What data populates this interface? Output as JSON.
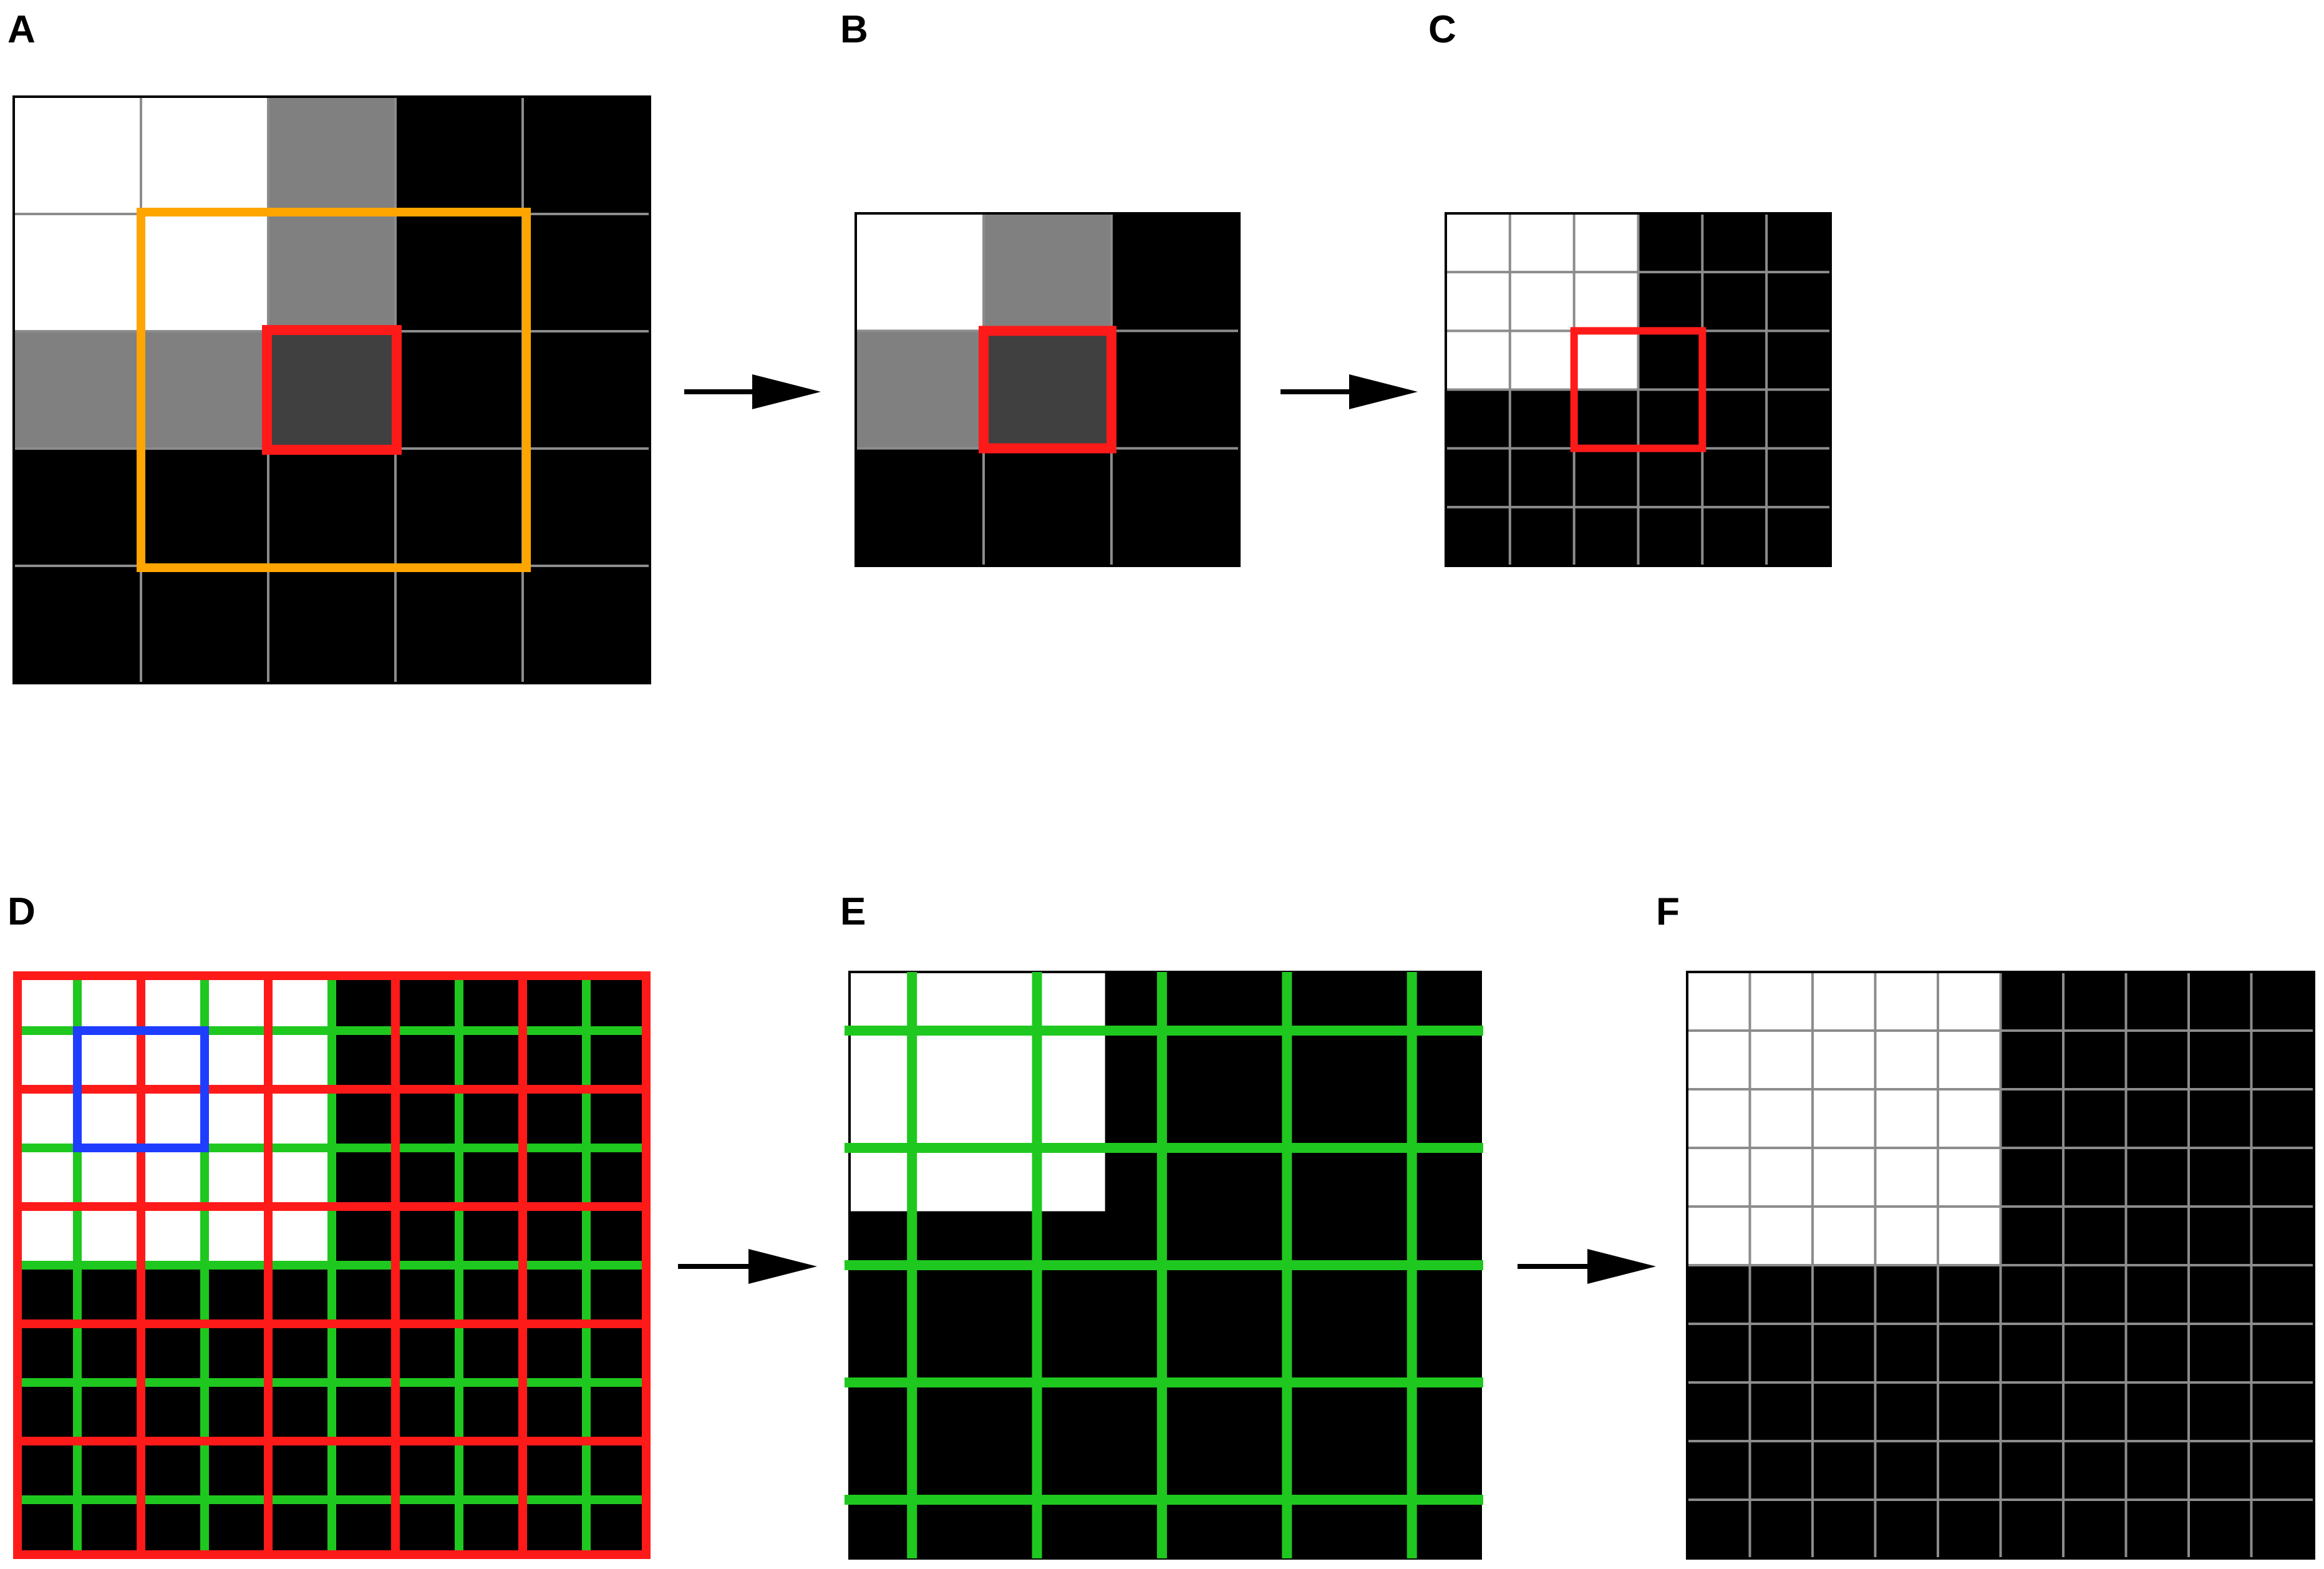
{
  "figure": {
    "panel_labels": [
      "A",
      "B",
      "C",
      "D",
      "E",
      "F"
    ]
  },
  "colors": {
    "white": "#ffffff",
    "gray": "#808080",
    "dark_gray": "#404040",
    "black": "#000000",
    "grid_line": "#8c8c8c",
    "orange_window": "#ffa500",
    "red_highlight": "#ff1a1a",
    "green_grid": "#1fc81f",
    "blue_window": "#1f3dff",
    "arrow": "#000000"
  },
  "panels": {
    "A": {
      "rows": 5,
      "cols": 5,
      "cells": [
        [
          "white",
          "white",
          "gray",
          "black",
          "black"
        ],
        [
          "white",
          "white",
          "gray",
          "black",
          "black"
        ],
        [
          "gray",
          "gray",
          "dark_gray",
          "black",
          "black"
        ],
        [
          "black",
          "black",
          "black",
          "black",
          "black"
        ],
        [
          "black",
          "black",
          "black",
          "black",
          "black"
        ]
      ],
      "highlight_cell": [
        2,
        2
      ],
      "window": [
        1,
        1,
        3,
        3
      ]
    },
    "B": {
      "rows": 3,
      "cols": 3,
      "cells": [
        [
          "white",
          "gray",
          "black"
        ],
        [
          "gray",
          "dark_gray",
          "black"
        ],
        [
          "black",
          "black",
          "black"
        ]
      ],
      "highlight_cell": [
        1,
        1
      ]
    },
    "C": {
      "rows": 6,
      "cols": 6,
      "white_rows": 3,
      "white_cols": 3,
      "highlight_block": [
        2,
        2,
        2,
        2
      ]
    },
    "D": {
      "rows": 10,
      "cols": 10,
      "white_rows": 5,
      "white_cols": 5,
      "red_block_size": 2,
      "green_offset": 1,
      "blue_window": [
        1,
        1,
        2,
        2
      ]
    },
    "E": {
      "rows": 5,
      "cols": 5,
      "white_rows": 2,
      "white_cols": 2
    },
    "F": {
      "rows": 10,
      "cols": 10,
      "white_rows": 5,
      "white_cols": 5
    }
  }
}
